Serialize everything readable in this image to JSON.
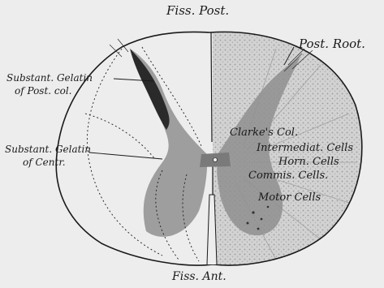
{
  "figure": {
    "labels": {
      "top": "Fiss. Post.",
      "bottom": "Fiss. Ant.",
      "post_root": "Post. Root.",
      "substant_gelatin_post_col_line1": "Substant. Gelatin",
      "substant_gelatin_post_col_line2": "of Post. col.",
      "substant_gelatin_centr_line1": "Substant. Gelatin",
      "substant_gelatin_centr_line2": "of Centr.",
      "clarkes_col": "Clarke's Col.",
      "intermediate_cells": "Intermediat. Cells",
      "horn_cells": "Horn. Cells",
      "commis_cells": "Commis. Cells.",
      "motor_cells": "Motor Cells"
    },
    "colors": {
      "background": "#ededed",
      "ink": "#1a1a1a",
      "gray_matter": "#8f8f8f",
      "white_matter_right": "#cfcfcf"
    }
  }
}
